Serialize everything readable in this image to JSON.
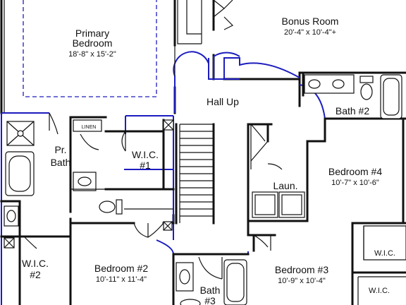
{
  "rooms": {
    "primary_bedroom": {
      "name_line1": "Primary",
      "name_line2": "Bedroom",
      "dims": "18'-8\" x 15'-2\""
    },
    "bonus_room": {
      "name": "Bonus Room",
      "dims": "20'-4\" x 10'-4\"+"
    },
    "hall_up": {
      "name": "Hall Up"
    },
    "bath_2": {
      "name": "Bath #2"
    },
    "linen": {
      "name": "LINEN"
    },
    "primary_bath": {
      "name_line1": "Pr.",
      "name_line2": "Bath"
    },
    "wic_1": {
      "name_line1": "W.I.C.",
      "name_line2": "#1"
    },
    "bedroom_4": {
      "name": "Bedroom #4",
      "dims": "10'-7\" x 10'-6\""
    },
    "laundry": {
      "name": "Laun."
    },
    "wic_2": {
      "name_line1": "W.I.C.",
      "name_line2": "#2"
    },
    "bedroom_2": {
      "name": "Bedroom #2",
      "dims": "10'-11\" x 11'-4\""
    },
    "bath_3": {
      "name_line1": "Bath",
      "name_line2": "#3"
    },
    "bedroom_3": {
      "name": "Bedroom #3",
      "dims": "10'-9\" x 10'-4\""
    },
    "wic_a": {
      "name": "W.I.C."
    },
    "wic_b": {
      "name": "W.I.C."
    }
  },
  "colors": {
    "walls": "#111111",
    "outline": "#1c1cbf",
    "background": "#ffffff"
  }
}
